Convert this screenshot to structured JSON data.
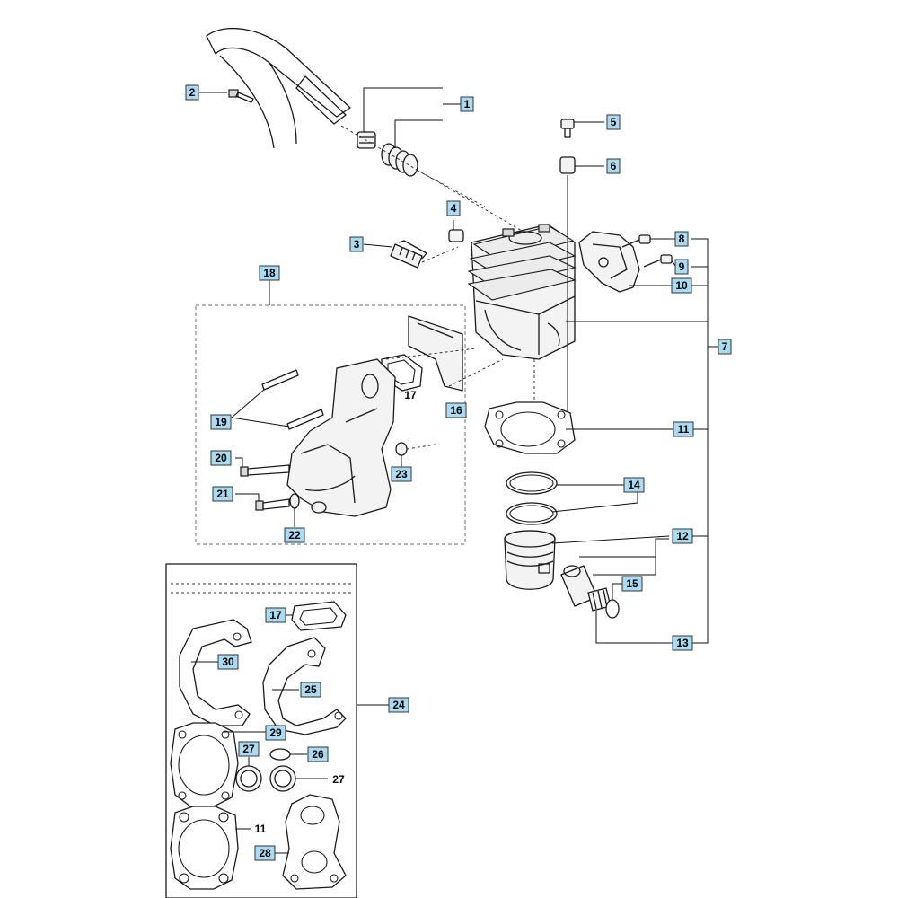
{
  "callouts": {
    "c1": "1",
    "c2": "2",
    "c3": "3",
    "c4": "4",
    "c5": "5",
    "c6": "6",
    "c7": "7",
    "c8": "8",
    "c9": "9",
    "c10": "10",
    "c11a": "11",
    "c12": "12",
    "c13": "13",
    "c14": "14",
    "c15": "15",
    "c16": "16",
    "c18": "18",
    "c19": "19",
    "c20": "20",
    "c21": "21",
    "c22": "22",
    "c23": "23",
    "c24": "24",
    "c25": "25",
    "c26": "26",
    "c27a": "27",
    "c28": "28",
    "c29": "29",
    "c30": "30",
    "c17b": "17"
  },
  "plain_labels": {
    "l17": "17",
    "l27": "27",
    "l11": "11"
  },
  "colors": {
    "callout_fill": "#a9dcf2",
    "line": "#1a1a1a"
  }
}
